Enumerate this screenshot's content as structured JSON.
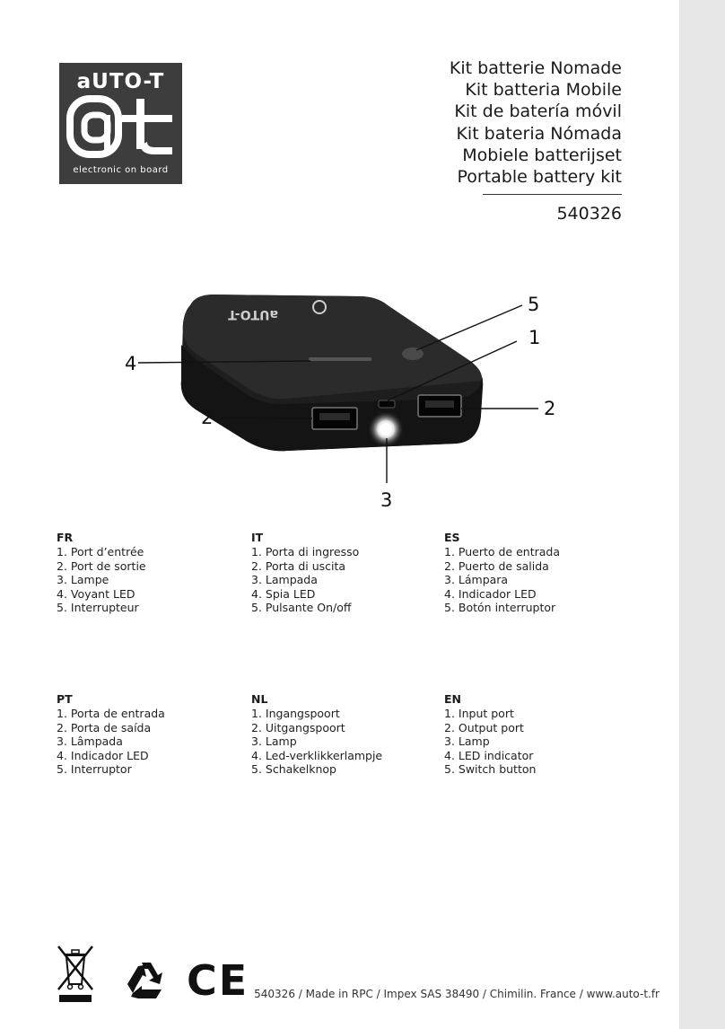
{
  "logo": {
    "brand": "aUTO-T",
    "mark": "at",
    "tagline": "electronic on board"
  },
  "titles": [
    "Kit  batterie Nomade",
    "Kit batteria Mobile",
    "Kit de batería móvil",
    "Kit bateria Nómada",
    "Mobiele batterijset",
    "Portable battery kit"
  ],
  "reference": "540326",
  "product": {
    "device_brand": "aUTO-T",
    "callouts": [
      "5",
      "1",
      "4",
      "2",
      "2",
      "3"
    ]
  },
  "languages": [
    {
      "code": "FR",
      "items": [
        "1. Port d’entrée",
        "2. Port de sortie",
        "3. Lampe",
        "4. Voyant LED",
        "5. Interrupteur"
      ]
    },
    {
      "code": "IT",
      "items": [
        "1. Porta di ingresso",
        "2. Porta di uscita",
        "3. Lampada",
        "4. Spia LED",
        "5. Pulsante On/off"
      ]
    },
    {
      "code": "ES",
      "items": [
        "1. Puerto de entrada",
        "2. Puerto de salida",
        "3. Lámpara",
        "4. Indicador LED",
        "5. Botón interruptor"
      ]
    },
    {
      "code": "PT",
      "items": [
        "1. Porta de entrada",
        "2. Porta de saída",
        "3. Lâmpada",
        "4. Indicador LED",
        "5. Interruptor"
      ]
    },
    {
      "code": "NL",
      "items": [
        "1. Ingangspoort",
        "2. Uitgangspoort",
        "3. Lamp",
        "4. Led-verklikkerlampje",
        "5. Schakelknop"
      ]
    },
    {
      "code": "EN",
      "items": [
        "1. Input port",
        "2. Output port",
        "3. Lamp",
        "4. LED indicator",
        "5. Switch button"
      ]
    }
  ],
  "footer": {
    "icons": [
      "weee-crossed-bin-icon",
      "recycle-icon",
      "ce-mark-icon"
    ],
    "ce_text": "CE",
    "text": "540326 / Made in RPC / Impex SAS 38490 / Chimilin. France / www.auto-t.fr"
  }
}
